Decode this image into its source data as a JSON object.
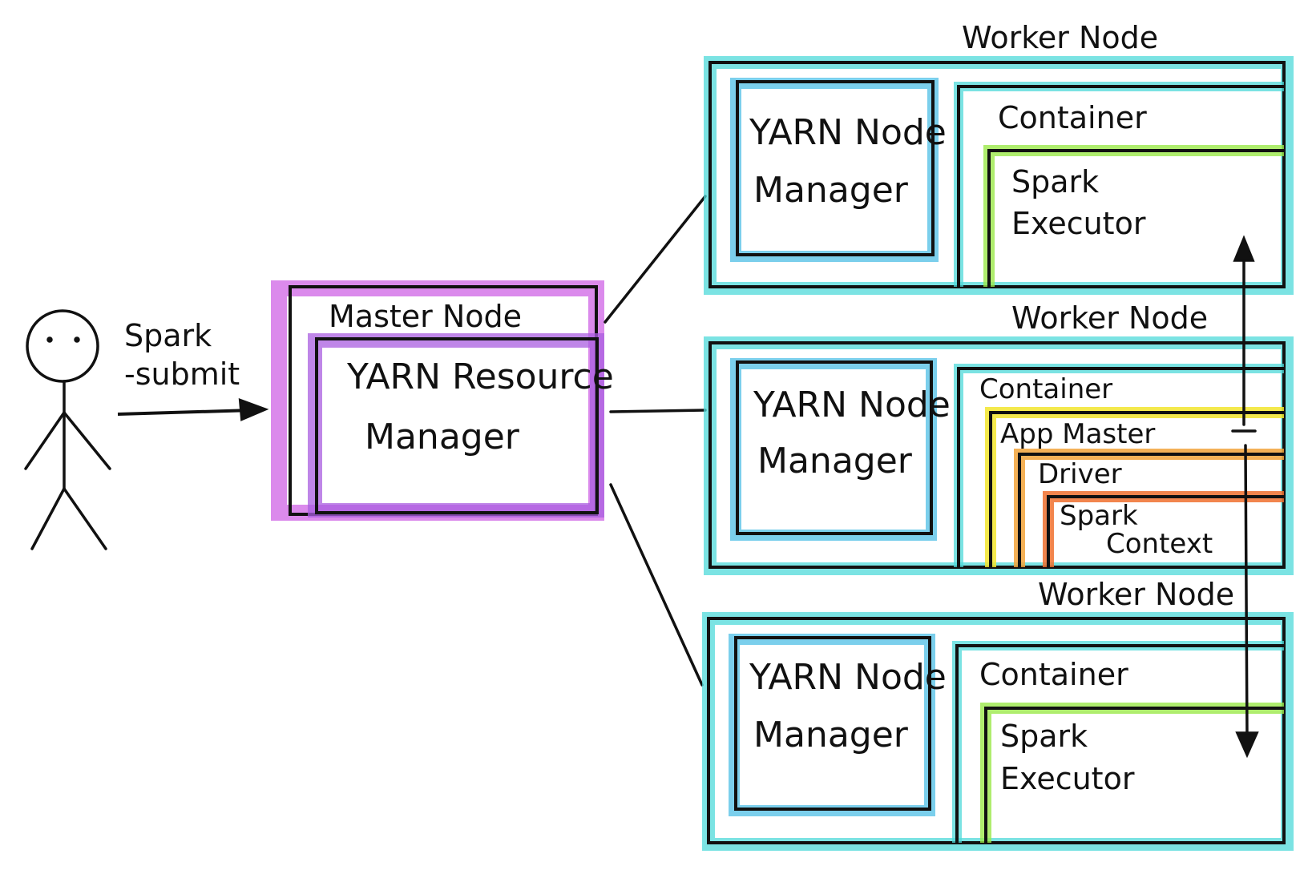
{
  "user": {
    "action_label": [
      "Spark",
      "-submit"
    ]
  },
  "master": {
    "title": "Master Node",
    "resource_manager": [
      "YARN Resource",
      "Manager"
    ]
  },
  "workers": [
    {
      "title": "Worker Node",
      "node_manager": [
        "YARN Node",
        "Manager"
      ],
      "container": "Container",
      "executor": [
        "Spark",
        "Executor"
      ]
    },
    {
      "title": "Worker Node",
      "node_manager": [
        "YARN Node",
        "Manager"
      ],
      "container": "Container",
      "app_master": "App Master",
      "driver": "Driver",
      "context": [
        "Spark",
        "Context"
      ]
    },
    {
      "title": "Worker Node",
      "node_manager": [
        "YARN Node",
        "Manager"
      ],
      "container": "Container",
      "executor": [
        "Spark",
        "Executor"
      ]
    }
  ],
  "colors": {
    "ink": "#111111",
    "master_highlight": "#cf63e6",
    "resource_manager_highlight": "#a95ee0",
    "worker_highlight": "#4fd9d9",
    "node_manager_highlight": "#4fbfe6",
    "executor_highlight": "#9be84a",
    "app_master_highlight": "#f2e52e",
    "driver_highlight": "#f2a33a",
    "context_highlight": "#f0702e"
  },
  "icons": {
    "user": "stick-figure-icon",
    "arrows": "arrow-icon"
  }
}
